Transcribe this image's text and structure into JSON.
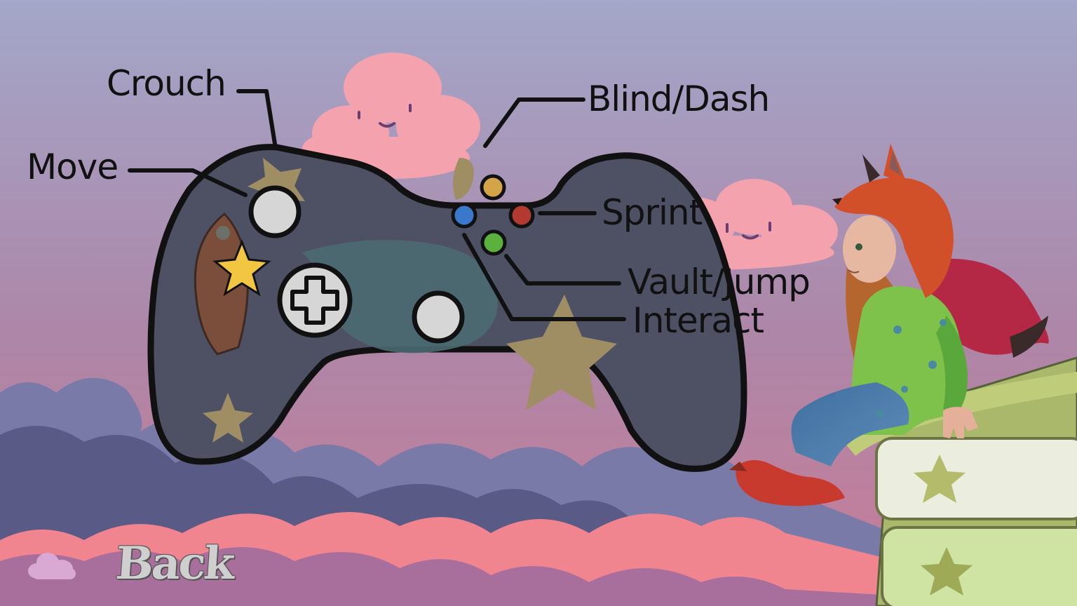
{
  "controls": {
    "crouch": "Crouch",
    "move": "Move",
    "blind_dash": "Blind/Dash",
    "sprint": "Sprint",
    "vault_jump": "Vault/Jump",
    "interact": "Interact"
  },
  "menu": {
    "back_label": "Back"
  },
  "icons": {
    "back": "cloud-icon",
    "dpad": "dpad-icon"
  },
  "colors": {
    "sky_top": "#a3a7c9",
    "sky_bottom": "#c87c96",
    "controller_body": "#4e5064",
    "button_yellow": "#d4a548",
    "button_red": "#b23a30",
    "button_blue": "#3a78cc",
    "button_green": "#5cb03c",
    "back_text": "#cfcfcf"
  }
}
